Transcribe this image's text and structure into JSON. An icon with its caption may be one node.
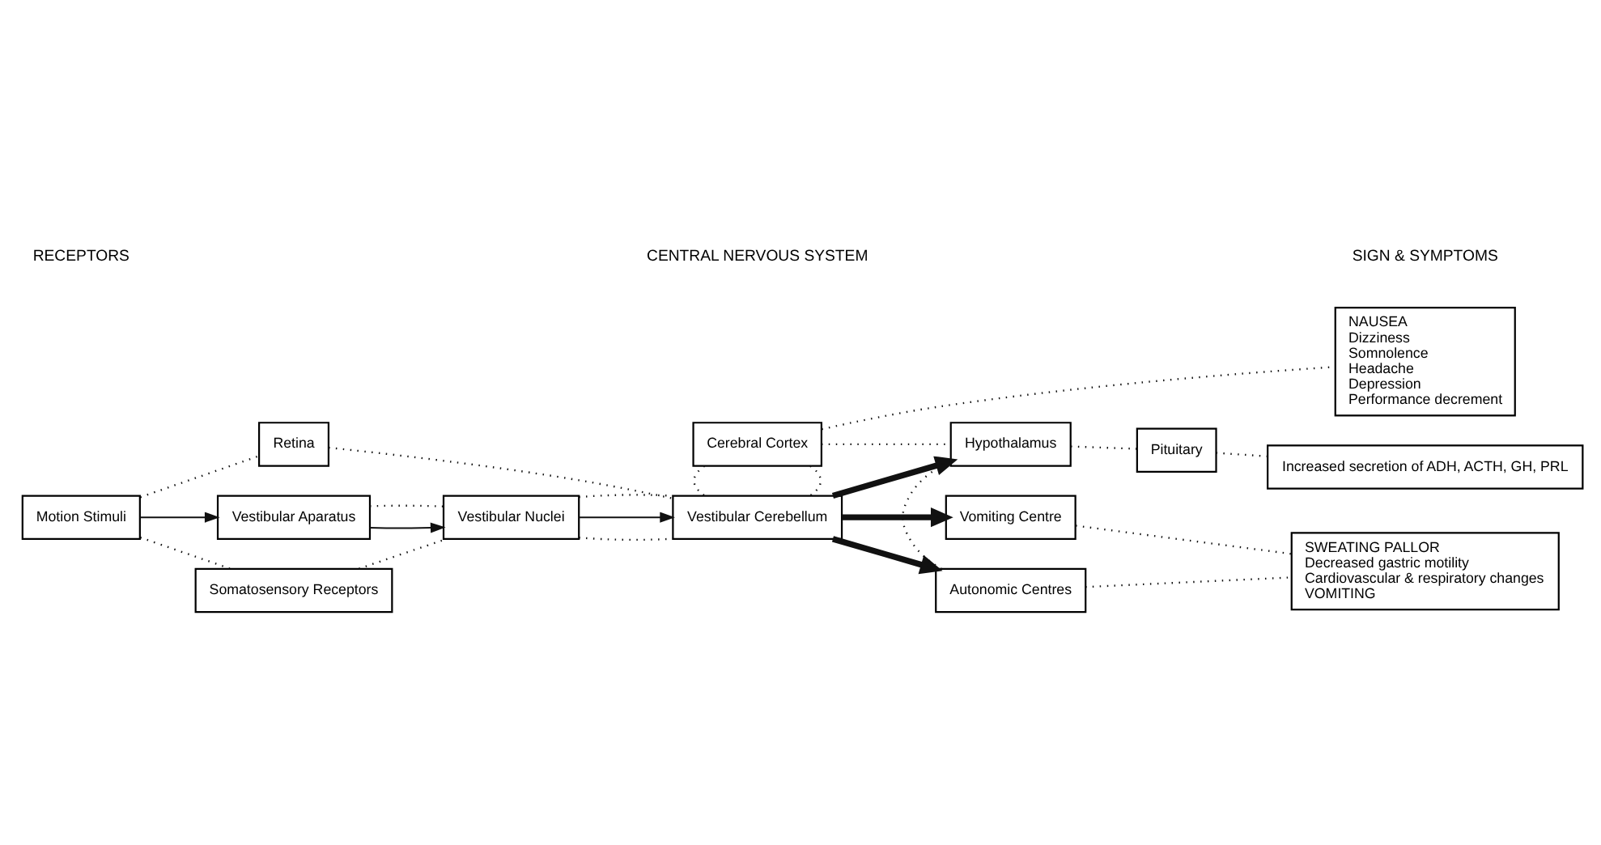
{
  "diagram": {
    "nodes": [
      {
        "text": [
          "Motion Stimuli"
        ]
      },
      {
        "text": [
          "Retina"
        ]
      },
      {
        "text": [
          "Vestibular Aparatus"
        ]
      },
      {
        "text": [
          "Somatosensory Receptors"
        ]
      },
      {
        "text": [
          "Cerebral Cortex"
        ]
      },
      {
        "text": [
          "Vestibular Cerebellum"
        ]
      },
      {
        "text": [
          "Vestibular Nuclei"
        ]
      },
      {
        "text": [
          "Hypothalamus"
        ]
      },
      {
        "text": [
          "Pituitary"
        ]
      },
      {
        "text": [
          "Autonomic Centres"
        ]
      },
      {
        "text": [
          "Vomiting Centre"
        ]
      },
      {
        "text": [
          "NAUSEA",
          "Dizziness",
          "Somnolence",
          "Headache",
          "Depression",
          "Performance decrement"
        ]
      },
      {
        "text": [
          "Increased secretion of ADH, ACTH, GH, PRL"
        ]
      },
      {
        "text": [
          "SWEATING PALLOR",
          "Decreased gastric motility",
          "Cardiovascular & respiratory changes",
          "VOMITING"
        ]
      }
    ],
    "edges": [
      {
        "from": 0,
        "to": 2,
        "arrow": "to"
      },
      {
        "from": 0,
        "to": 1,
        "arrow": "none",
        "style": "dashed"
      },
      {
        "from": 0,
        "to": 3,
        "arrow": "none",
        "style": "dashed"
      },
      {
        "from": 1,
        "to": 5,
        "arrow": "none",
        "style": "dashed"
      },
      {
        "from": 2,
        "to": 6,
        "arrow": "to"
      },
      {
        "from": 2,
        "to": 6,
        "arrow": "none",
        "style": "dashed"
      },
      {
        "from": 3,
        "to": 6,
        "arrow": "none",
        "style": "dashed"
      },
      {
        "from": 6,
        "to": 5,
        "arrow": "none",
        "style": "dashed"
      },
      {
        "from": 6,
        "to": 5,
        "arrow": "to"
      },
      {
        "from": 6,
        "to": 5,
        "arrow": "none",
        "style": "dashed"
      },
      {
        "from": 4,
        "to": 5,
        "arrow": "none",
        "style": "dashed"
      },
      {
        "from": 4,
        "to": 5,
        "arrow": "none",
        "style": "dashed"
      },
      {
        "from": 4,
        "to": 11,
        "arrow": "none",
        "style": "dashed"
      },
      {
        "from": 4,
        "to": 7,
        "arrow": "none",
        "style": "dashed"
      },
      {
        "from": 5,
        "to": 7,
        "arrow": "to",
        "style": "thick"
      },
      {
        "from": 5,
        "to": 9,
        "arrow": "to",
        "style": "thick"
      },
      {
        "from": 5,
        "to": 10,
        "arrow": "to",
        "style": "thick"
      },
      {
        "from": 7,
        "to": 9,
        "arrow": "none",
        "style": "dashed"
      },
      {
        "from": 7,
        "to": 8,
        "arrow": "none",
        "style": "dashed"
      },
      {
        "from": 8,
        "to": 12,
        "arrow": "none",
        "style": "dashed"
      },
      {
        "from": 9,
        "to": 13,
        "arrow": "none",
        "style": "dashed"
      },
      {
        "from": 10,
        "to": 13,
        "arrow": "none",
        "style": "dashed"
      }
    ],
    "labels": [
      "RECEPTORS",
      "CENTRAL NERVOUS SYSTEM",
      "SIGN & SYMPTOMS"
    ]
  }
}
